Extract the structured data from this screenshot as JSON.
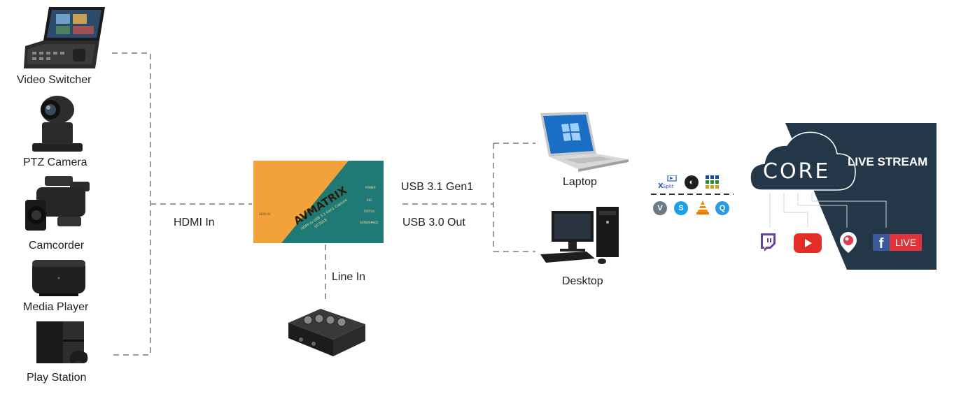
{
  "sources": [
    {
      "label": "Video Switcher",
      "icon": "video-switcher-icon"
    },
    {
      "label": "PTZ Camera",
      "icon": "ptz-camera-icon"
    },
    {
      "label": "Camcorder",
      "icon": "camcorder-icon"
    },
    {
      "label": "Media Player",
      "icon": "media-player-icon"
    },
    {
      "label": "Play Station",
      "icon": "play-station-icon"
    }
  ],
  "connections": {
    "hdmi_in": "HDMI In",
    "line_in": "Line In",
    "usb_gen1": "USB 3.1 Gen1",
    "usb_out": "USB 3.0 Out"
  },
  "device": {
    "brand": "AVMATRIX",
    "model": "UC2018",
    "tagline": "HDMI to USB 3.1 Gen1 Capture"
  },
  "computers": [
    {
      "label": "Laptop",
      "icon": "laptop-icon"
    },
    {
      "label": "Desktop",
      "icon": "desktop-icon"
    }
  ],
  "software": {
    "row1": [
      "XSplit",
      "OBS",
      "vMix"
    ],
    "row2": [
      "Vidblaster",
      "Skype",
      "VLC",
      "QuickTime"
    ]
  },
  "stream_panel": {
    "cloud_text": "CORE",
    "title": "LIVE STREAM",
    "live_badge": "LIVE",
    "platforms": [
      "Twitch",
      "YouTube",
      "Periscope",
      "Facebook Live"
    ]
  },
  "colors": {
    "panel_bg": "#243748",
    "device_orange": "#f2a23a",
    "device_teal": "#1f7a75",
    "wire": "#9a9a9a"
  }
}
